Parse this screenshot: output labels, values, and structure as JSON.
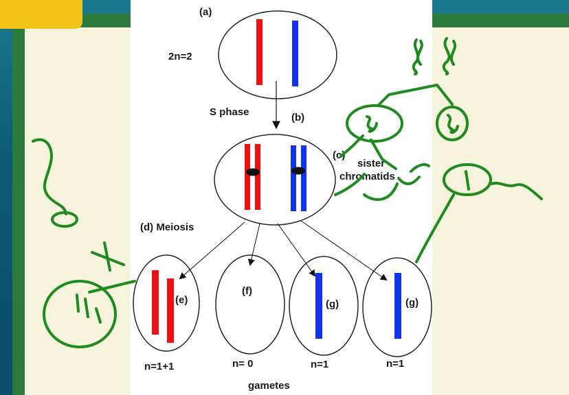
{
  "diagram": {
    "label_a": "(a)",
    "label_2n": "2n=2",
    "label_s_phase": "S phase",
    "label_b": "(b)",
    "label_c": "(c)",
    "label_sister": "sister",
    "label_chromatids": "chromatids",
    "label_d": "(d) Meiosis",
    "label_e": "(e)",
    "label_f": "(f)",
    "label_g1": "(g)",
    "label_g2": "(g)",
    "label_n_e": "n=1+1",
    "label_n_f": "n= 0",
    "label_n_g1": "n=1",
    "label_n_g2": "n=1",
    "label_gametes": "gametes"
  },
  "colors": {
    "red": "#ee1111",
    "blue": "#1133ee",
    "ink": "#1f8a1f",
    "frame_green": "#2c7a3c",
    "gold": "#f2c318",
    "cream": "#f6f4dc"
  }
}
